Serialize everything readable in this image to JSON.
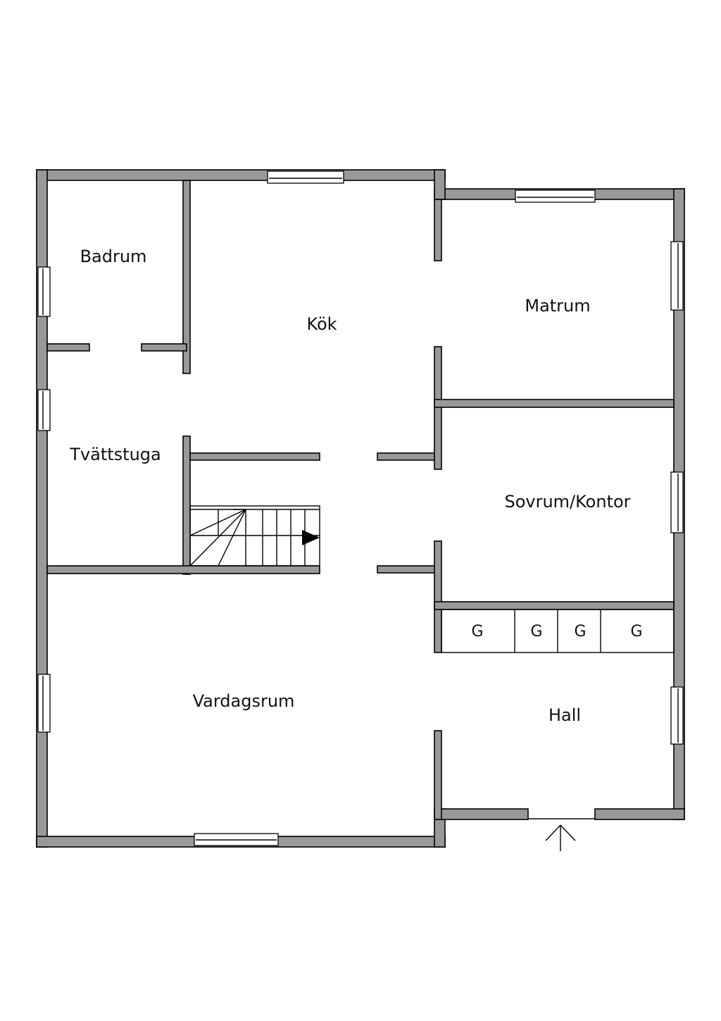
{
  "rooms": {
    "badrum": "Badrum",
    "kok": "Kök",
    "matrum": "Matrum",
    "tvattstuga": "Tvättstuga",
    "sovrum_kontor": "Sovrum/Kontor",
    "vardagsrum": "Vardagsrum",
    "hall": "Hall"
  },
  "wardrobes": [
    "G",
    "G",
    "G",
    "G"
  ],
  "colors": {
    "wall": "#999999",
    "line": "#000000",
    "background": "#ffffff"
  }
}
